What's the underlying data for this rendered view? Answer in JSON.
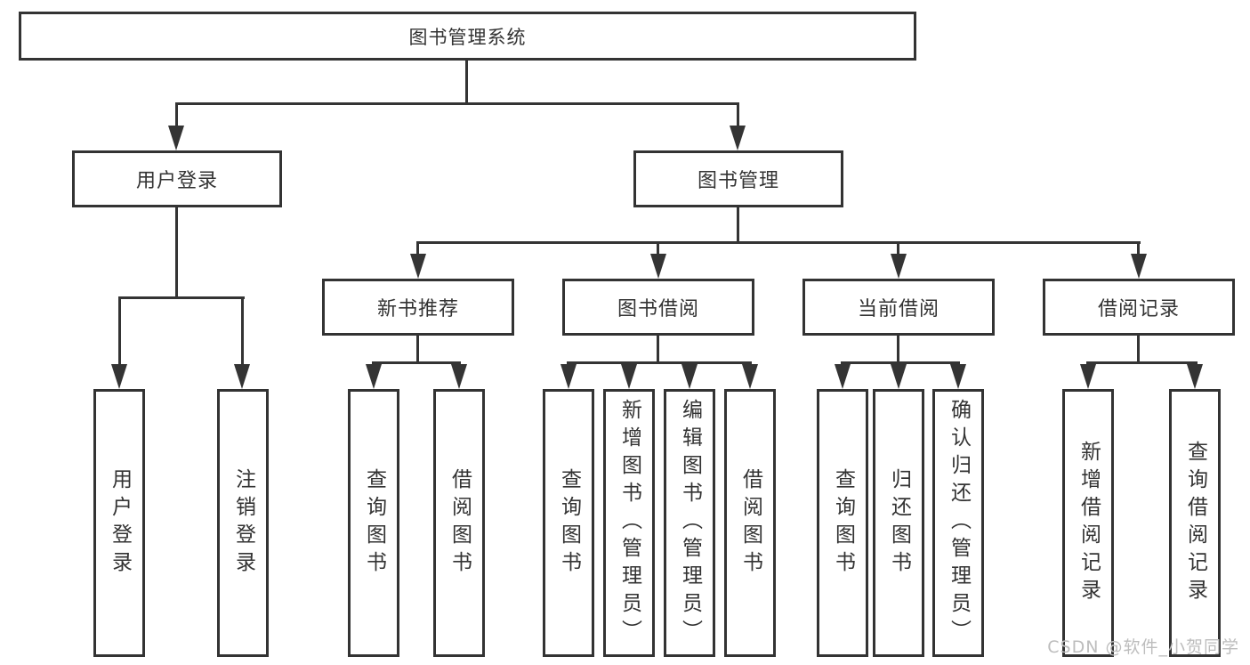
{
  "diagram_type": "hierarchy-tree",
  "colors": {
    "line": "#343434",
    "box_border": "#333333",
    "text": "#333333",
    "background": "#ffffff",
    "watermark": "#bdbdbd"
  },
  "tree": {
    "label": "图书管理系统",
    "children": [
      {
        "label": "用户登录",
        "children": [
          {
            "label": "用户登录"
          },
          {
            "label": "注销登录"
          }
        ]
      },
      {
        "label": "图书管理",
        "children": [
          {
            "label": "新书推荐",
            "children": [
              {
                "label": "查询图书"
              },
              {
                "label": "借阅图书"
              }
            ]
          },
          {
            "label": "图书借阅",
            "children": [
              {
                "label": "查询图书"
              },
              {
                "label": "新增图书（管理员）"
              },
              {
                "label": "编辑图书（管理员）"
              },
              {
                "label": "借阅图书"
              }
            ]
          },
          {
            "label": "当前借阅",
            "children": [
              {
                "label": "查询图书"
              },
              {
                "label": "归还图书"
              },
              {
                "label": "确认归还（管理员）"
              }
            ]
          },
          {
            "label": "借阅记录",
            "children": [
              {
                "label": "新增借阅记录"
              },
              {
                "label": "查询借阅记录"
              }
            ]
          }
        ]
      }
    ]
  },
  "watermark": {
    "text": "CSDN @软件_小贺同学"
  }
}
